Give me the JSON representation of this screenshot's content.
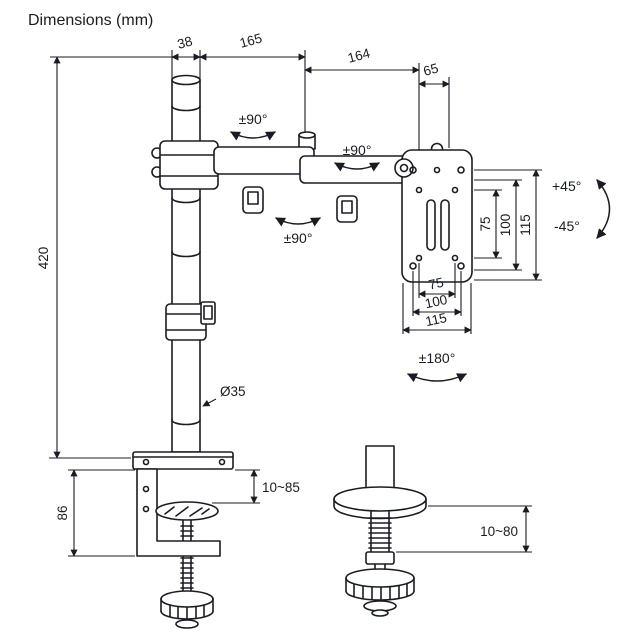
{
  "title": "Dimensions (mm)",
  "colors": {
    "ink": "#1b1b24",
    "background": "#ffffff"
  },
  "labels": {
    "dim_38": "38",
    "dim_165": "165",
    "dim_164": "164",
    "dim_65": "65",
    "dim_420": "420",
    "dim_86": "86",
    "pole_diameter": "Ø35",
    "clamp_range": "10~85",
    "grommet_range": "10~80",
    "vesa_side_75": "75",
    "vesa_side_100": "100",
    "vesa_side_115": "115",
    "vesa_bottom_75": "75",
    "vesa_bottom_100": "100",
    "vesa_bottom_115": "115",
    "rotate_pole": "±90°",
    "rotate_mid_joint": "±90°",
    "rotate_arm": "±90°",
    "rotate_vesa": "±180°",
    "tilt_up": "+45°",
    "tilt_down": "-45°"
  }
}
